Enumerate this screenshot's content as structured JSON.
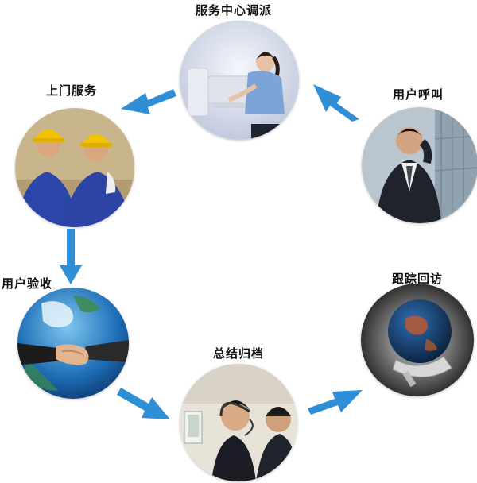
{
  "diagram": {
    "accent_color": "#2f8fd6",
    "steps": [
      {
        "id": "dispatch",
        "label": "服务中心调派",
        "photo": "call-center-operator-photo"
      },
      {
        "id": "onsite",
        "label": "上门服务",
        "photo": "workers-in-hardhats-photo"
      },
      {
        "id": "accept",
        "label": "用户验收",
        "photo": "handshake-over-globe-photo"
      },
      {
        "id": "archive",
        "label": "总结归档",
        "photo": "office-staff-with-headsets-photo"
      },
      {
        "id": "followup",
        "label": "跟踪回访",
        "photo": "globe-with-telephone-photo"
      },
      {
        "id": "call",
        "label": "用户呼叫",
        "photo": "businessman-on-phone-photo"
      }
    ]
  }
}
